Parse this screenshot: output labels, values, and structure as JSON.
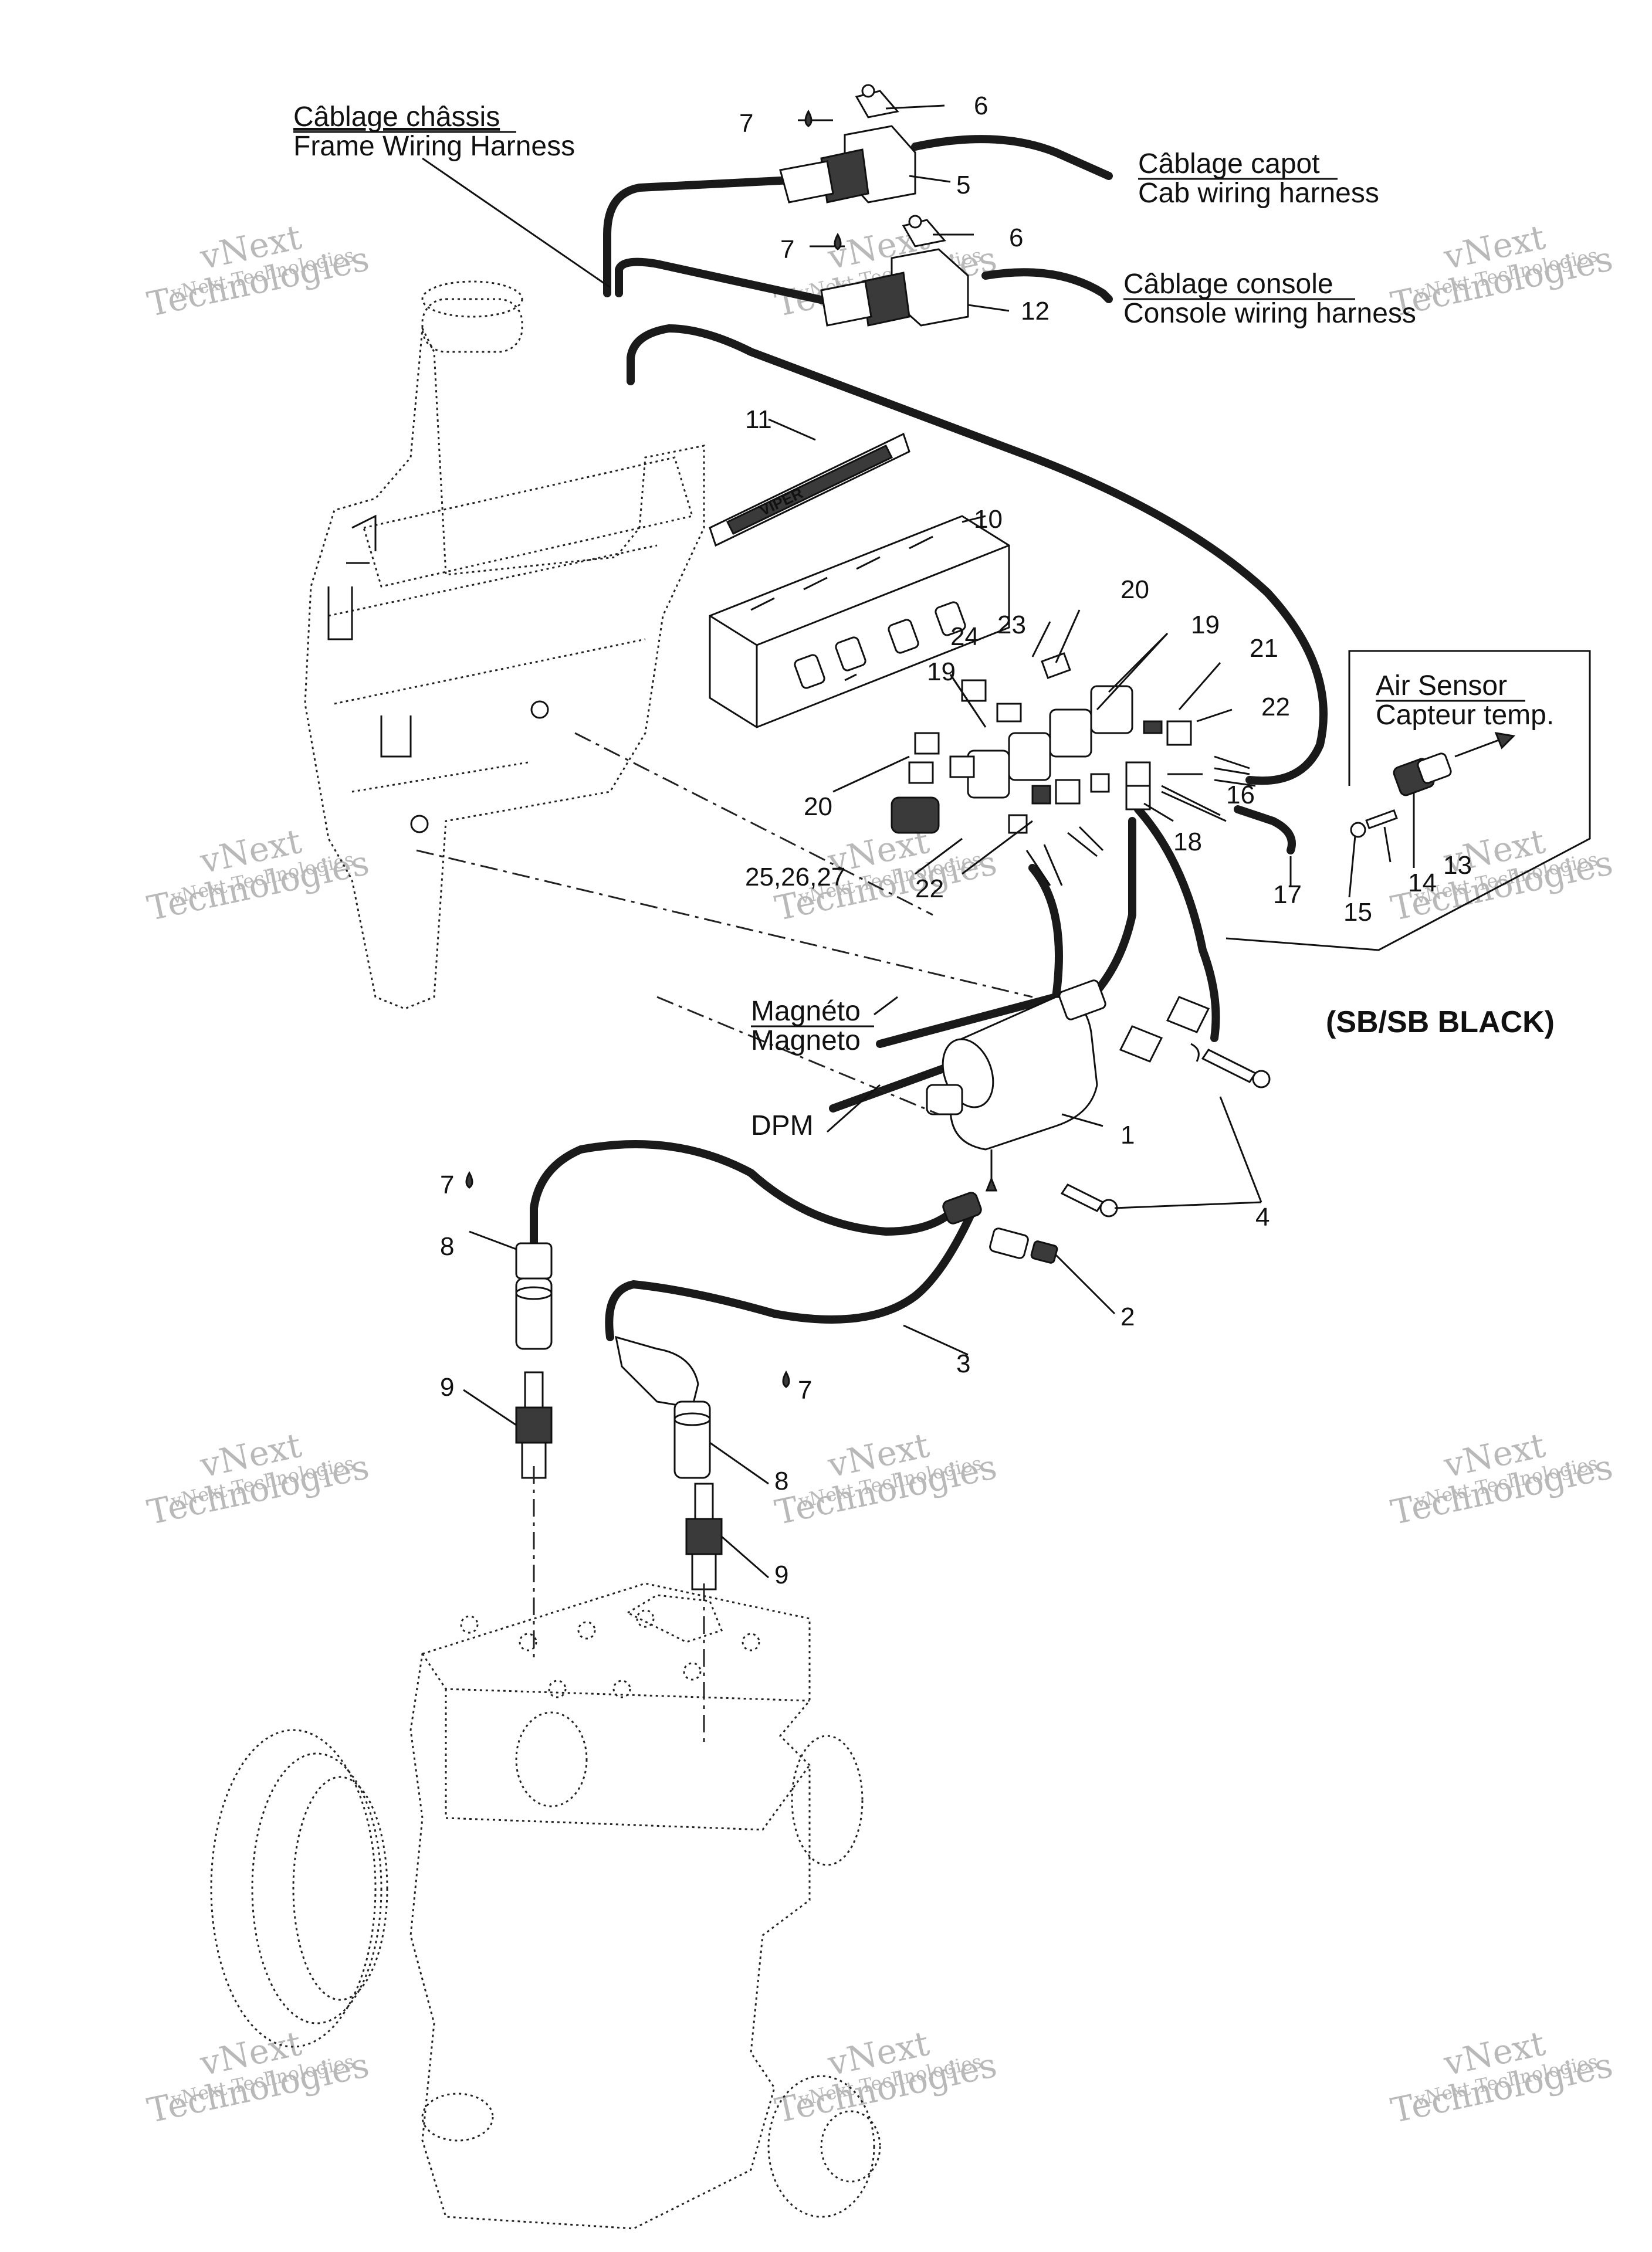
{
  "labels": {
    "frame_fr": "Câblage châssis",
    "frame_en": "Frame Wiring Harness",
    "cab_fr": "Câblage capot",
    "cab_en": "Cab wiring harness",
    "console_fr": "Câblage console",
    "console_en": "Console wiring harness",
    "air_en": "Air Sensor",
    "air_fr": "Capteur temp.",
    "magneto_fr": "Magnéto",
    "magneto_en": "Magneto",
    "dpm": "DPM",
    "model": "(SB/SB BLACK)"
  },
  "callouts": {
    "n1": "1",
    "n2": "2",
    "n3": "3",
    "n4": "4",
    "n5": "5",
    "n6a": "6",
    "n6b": "6",
    "n7a": "7",
    "n7b": "7",
    "n7c": "7",
    "n7d": "7",
    "n8a": "8",
    "n8b": "8",
    "n9a": "9",
    "n9b": "9",
    "n10": "10",
    "n11": "11",
    "n12": "12",
    "n13": "13",
    "n14": "14",
    "n15": "15",
    "n16": "16",
    "n17": "17",
    "n18": "18",
    "n19a": "19",
    "n19b": "19",
    "n20a": "20",
    "n20b": "20",
    "n21": "21",
    "n22a": "22",
    "n22b": "22",
    "n23": "23",
    "n24": "24",
    "n25": "25,26,27"
  },
  "watermark": {
    "line1": "vNext",
    "line2": "Technologies",
    "line3": "vNext Technologies",
    "color": "#b9b9b9"
  },
  "logo_text": "VIPER"
}
